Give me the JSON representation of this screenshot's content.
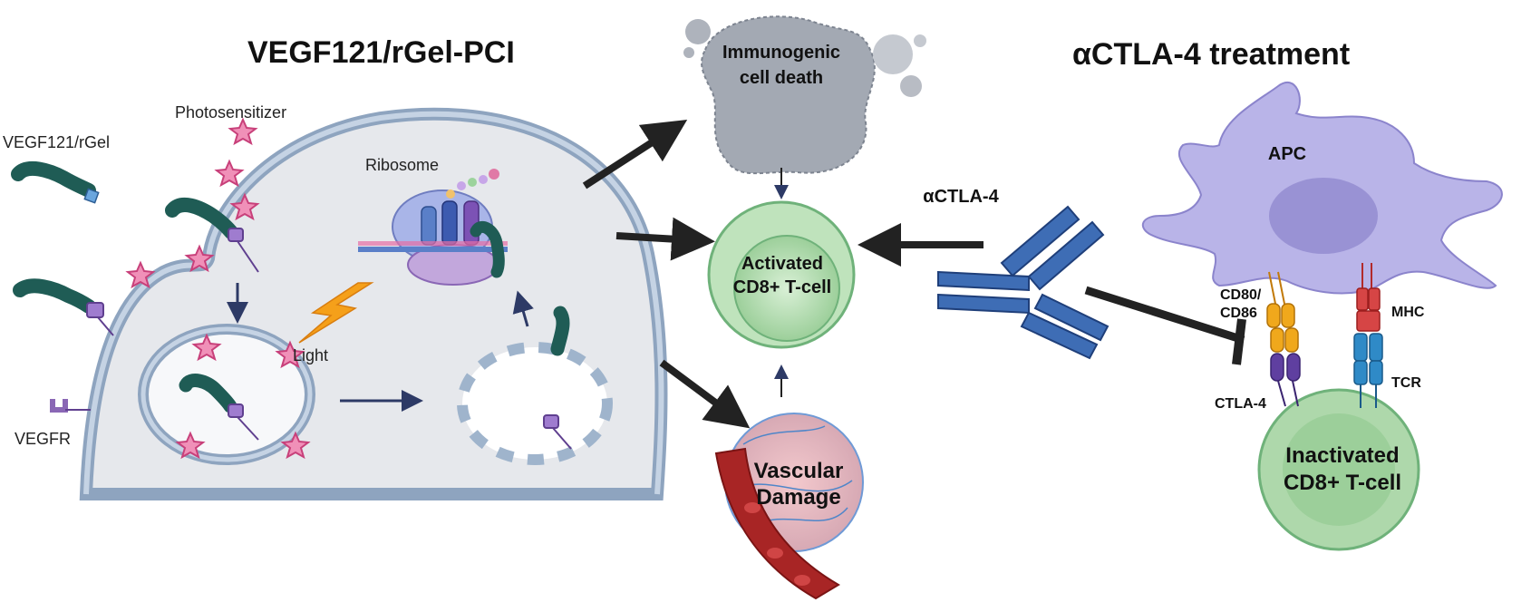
{
  "titles": {
    "left": "VEGF121/rGel-PCI",
    "right": "αCTLA-4 treatment"
  },
  "labels": {
    "photosensitizer": "Photosensitizer",
    "vegf_rgel": "VEGF121/rGel",
    "vegfr": "VEGFR",
    "ribosome": "Ribosome",
    "light": "Light",
    "icd_line1": "Immunogenic",
    "icd_line2": "cell death",
    "activated_line1": "Activated",
    "activated_line2": "CD8+ T-cell",
    "vascular_line1": "Vascular",
    "vascular_line2": "Damage",
    "actla4": "αCTLA-4",
    "apc": "APC",
    "cd80": "CD80/",
    "cd86": "CD86",
    "mhc": "MHC",
    "ctla4": "CTLA-4",
    "tcr": "TCR",
    "inactivated_line1": "Inactivated",
    "inactivated_line2": "CD8+ T-cell"
  },
  "colors": {
    "cell_fill": "#e4e6ea",
    "membrane": "#b8c7da",
    "membrane_edge": "#8ea4bf",
    "star": "#f090b8",
    "star_edge": "#c8407a",
    "toxin": "#1f5c55",
    "receptor": "#8a67b5",
    "light": "#f5a01a",
    "arrow": "#222222",
    "small_arrow": "#2d3a66",
    "tcell_green": "#a9d8a8",
    "tcell_green_dark": "#6fb27a",
    "apc": "#b9b4e8",
    "antibody": "#3e6db5",
    "icd": "#9aa0aa",
    "vessel": "#a82525"
  }
}
